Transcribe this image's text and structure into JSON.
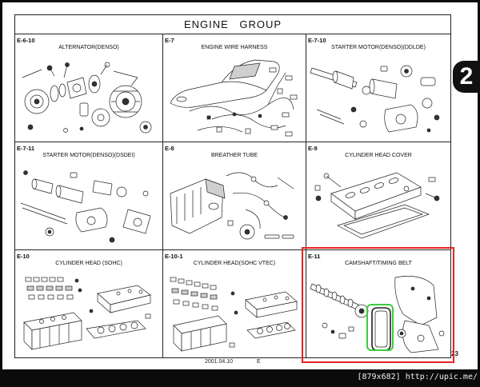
{
  "header": {
    "title": "ENGINE GROUP"
  },
  "side_tab": {
    "label": "2"
  },
  "panels": [
    {
      "code": "E-6-10",
      "title": "ALTERNATOR(DENSO)"
    },
    {
      "code": "E-7",
      "title": "ENGINE WIRE HARNESS"
    },
    {
      "code": "E-7-10",
      "title": "STARTER MOTOR(DENSO)(DDLDE)"
    },
    {
      "code": "E-7-11",
      "title": "STARTER MOTOR(DENSO)(DSDEI)"
    },
    {
      "code": "E-8",
      "title": "BREATHER TUBE"
    },
    {
      "code": "E-9",
      "title": "CYLINDER HEAD COVER"
    },
    {
      "code": "E-10",
      "title": "CYLINDER HEAD (SOHC)"
    },
    {
      "code": "E-10-1",
      "title": "CYLINDER HEAD(SOHC VTEC)"
    },
    {
      "code": "E-11",
      "title": "CAMSHAFT/TIMING BELT"
    }
  ],
  "footer": {
    "date": "2001.04.10",
    "group": "E",
    "page_number": "23"
  },
  "watermark": {
    "text": "[879x682] http://upic.me/"
  },
  "colors": {
    "highlight_panel": "#e52421",
    "highlight_part": "#3dcc3d",
    "tab_background": "#111111",
    "frame": "#0b0b0b"
  }
}
